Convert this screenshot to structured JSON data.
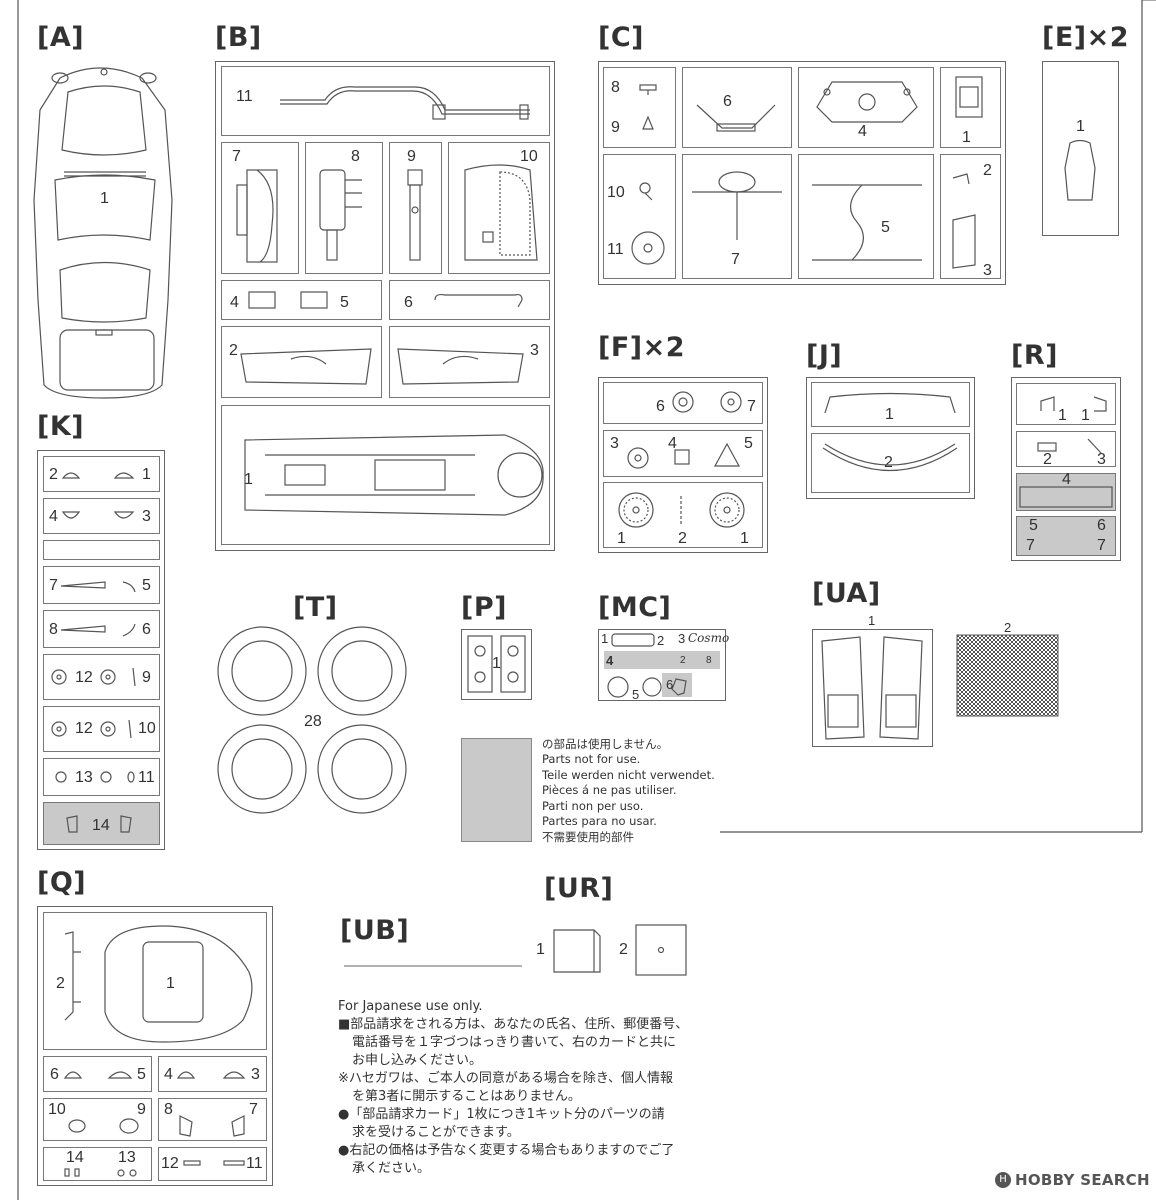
{
  "sections": {
    "A": {
      "label": "[A]",
      "parts": [
        "1"
      ]
    },
    "B": {
      "label": "[B]",
      "parts": [
        "11",
        "7",
        "8",
        "9",
        "10",
        "4",
        "5",
        "6",
        "2",
        "3",
        "1"
      ]
    },
    "C": {
      "label": "[C]",
      "parts": [
        "8",
        "9",
        "6",
        "4",
        "1",
        "10",
        "11",
        "7",
        "5",
        "2",
        "3"
      ]
    },
    "E": {
      "label": "[E]×2",
      "parts": [
        "1"
      ]
    },
    "F": {
      "label": "[F]×2",
      "parts": [
        "6",
        "7",
        "3",
        "4",
        "5",
        "1",
        "2",
        "1"
      ]
    },
    "J": {
      "label": "[J]",
      "parts": [
        "1",
        "2"
      ]
    },
    "R": {
      "label": "[R]",
      "parts": [
        "1",
        "1",
        "2",
        "3",
        "4",
        "5",
        "6",
        "7",
        "7"
      ]
    },
    "K": {
      "label": "[K]",
      "parts": [
        "2",
        "1",
        "4",
        "3",
        "7",
        "5",
        "8",
        "6",
        "12",
        "9",
        "12",
        "10",
        "13",
        "11",
        "14"
      ]
    },
    "T": {
      "label": "[T]",
      "parts": [
        "28"
      ]
    },
    "P": {
      "label": "[P]",
      "parts": [
        "1"
      ]
    },
    "MC": {
      "label": "[MC]",
      "parts": [
        "1",
        "2",
        "3",
        "4",
        "2",
        "8",
        "5",
        "6"
      ]
    },
    "UA": {
      "label": "[UA]",
      "parts": [
        "1",
        "2"
      ]
    },
    "Q": {
      "label": "[Q]",
      "parts": [
        "2",
        "1",
        "6",
        "5",
        "4",
        "3",
        "10",
        "9",
        "8",
        "7",
        "14",
        "13",
        "12",
        "11"
      ]
    },
    "UB": {
      "label": "[UB]"
    },
    "UR": {
      "label": "[UR]",
      "parts": [
        "1",
        "2"
      ]
    }
  },
  "legend": {
    "lines": [
      "の部品は使用しません。",
      "Parts not for use.",
      "Teile werden nicht verwendet.",
      "Pièces á ne pas utiliser.",
      "Parti non per uso.",
      "Partes para no usar.",
      "不需要使用的部件"
    ]
  },
  "japanese_note": {
    "lines": [
      "For Japanese use only.",
      "■部品請求をされる方は、あなたの氏名、住所、郵便番号、",
      "電話番号を１字づつはっきり書いて、右のカードと共に",
      "お申し込みください。",
      "※ハセガワは、ご本人の同意がある場合を除き、個人情報",
      "を第3者に開示することはありません。",
      "●「部品請求カード」1枚につき1キット分のパーツの請",
      "求を受けることができます。",
      "●右記の価格は予告なく変更する場合もありますのでご了",
      "承ください。"
    ]
  },
  "mc_logo_text": "Cosmo",
  "watermark": {
    "brand": "HOBBY SEARCH"
  }
}
